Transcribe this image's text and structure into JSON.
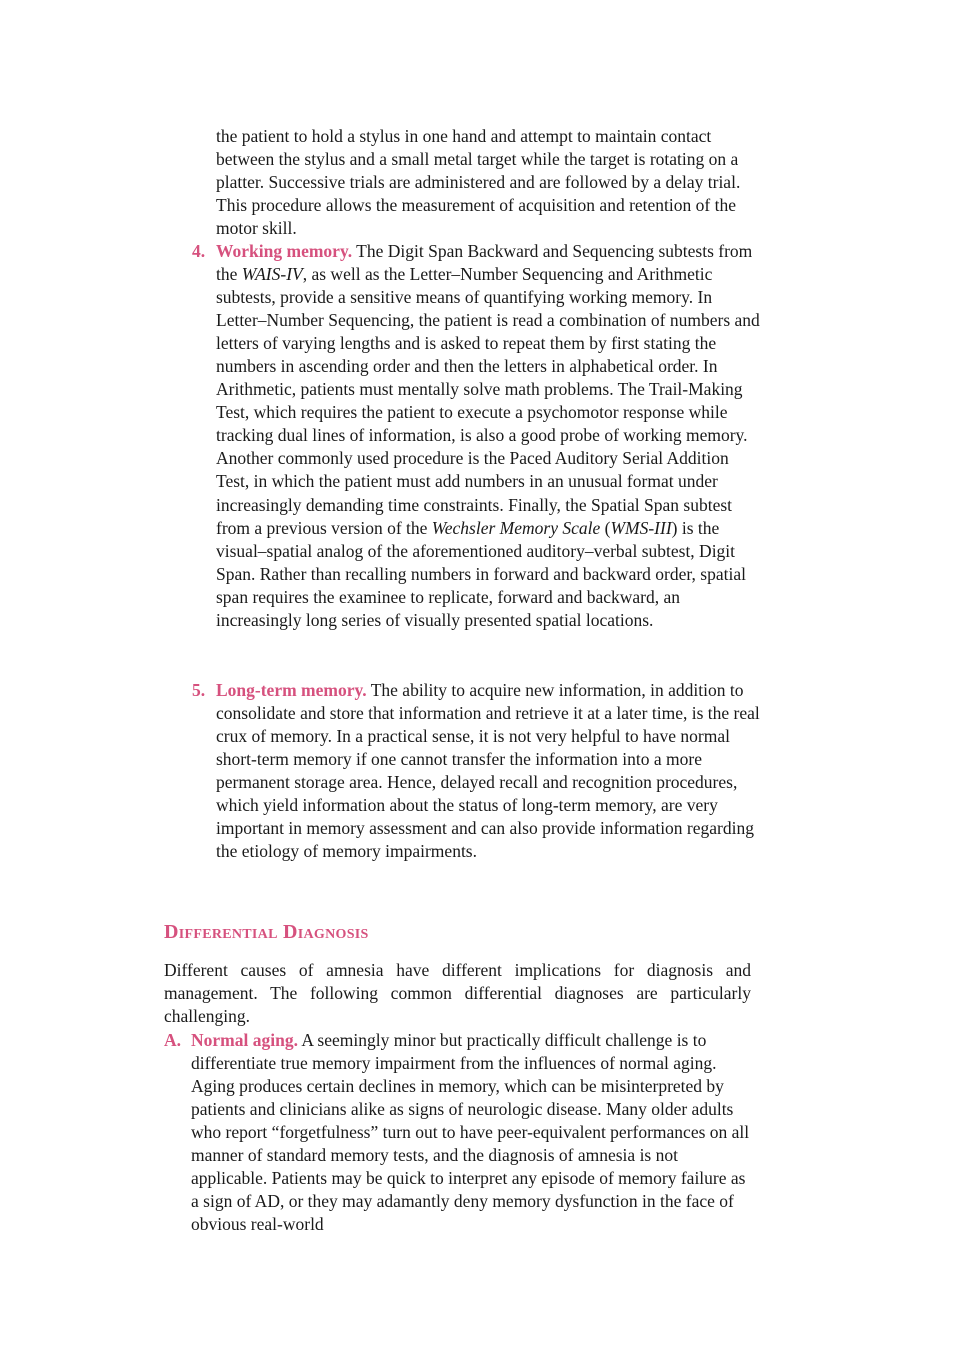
{
  "continuation": "the patient to hold a stylus in one hand and attempt to maintain contact between the stylus and a small metal target while the target is rotating on a platter. Successive trials are administered and are followed by a delay trial. This procedure allows the measurement of acquisition and retention of the motor skill.",
  "items": [
    {
      "number": "4.",
      "title": "Working memory.",
      "text_1": " The Digit Span Backward and Sequencing subtests from the ",
      "italic_1": "WAIS-IV",
      "text_2": ", as well as the Letter–Number Sequencing and Arithmetic subtests, provide a sensitive means of quantifying working memory. In Letter–Number Sequencing, the patient is read a combination of numbers and letters of varying lengths and is asked to repeat them by first stating the numbers in ascending order and then the letters in alphabetical order. In Arithmetic, patients must mentally solve math problems. The Trail-Making Test, which requires the patient to execute a psychomotor response while tracking dual lines of information, is also a good probe of working memory. Another commonly used procedure is the Paced Auditory Serial Addition Test, in which the patient must add numbers in an unusual format under increasingly demanding time constraints. Finally, the Spatial Span subtest from a previous version of the ",
      "italic_2": "Wechsler Memory Scale",
      "text_3": " (",
      "italic_3": "WMS-III",
      "text_4": ") is the visual–spatial analog of the aforementioned auditory–verbal subtest, Digit Span. Rather than recalling numbers in forward and backward order, spatial span requires the examinee to replicate, forward and backward, an increasingly long series of visually presented spatial locations."
    },
    {
      "number": "5.",
      "title": "Long-term memory.",
      "text_1": " The ability to acquire new information, in addition to consolidate and store that information and retrieve it at a later time, is the real crux of memory. In a practical sense, it is not very helpful to have normal short-term memory if one cannot transfer the information into a more permanent storage area. Hence, delayed recall and recognition procedures, which yield information about the status of long-term memory, are very important in memory assessment and can also provide information regarding the etiology of memory impairments."
    }
  ],
  "section": {
    "heading": "Differential Diagnosis",
    "intro": "Different causes of amnesia have different implications for diagnosis and management. The following common differential diagnoses are particularly challenging.",
    "item_a": {
      "letter": "A.",
      "title": "Normal aging.",
      "text": " A seemingly minor but practically difficult challenge is to differentiate true memory impairment from the influences of normal aging. Aging produces certain declines in memory, which can be misinterpreted by patients and clinicians alike as signs of neurologic disease. Many older adults who report “forgetfulness” turn out to have peer-equivalent performances on all manner of standard memory tests, and the diagnosis of amnesia is not applicable. Patients may be quick to interpret any episode of memory failure as a sign of AD, or they may adamantly deny memory dysfunction in the face of obvious real-world"
    }
  },
  "colors": {
    "accent": "#d6517e",
    "text": "#1a1a1a"
  }
}
